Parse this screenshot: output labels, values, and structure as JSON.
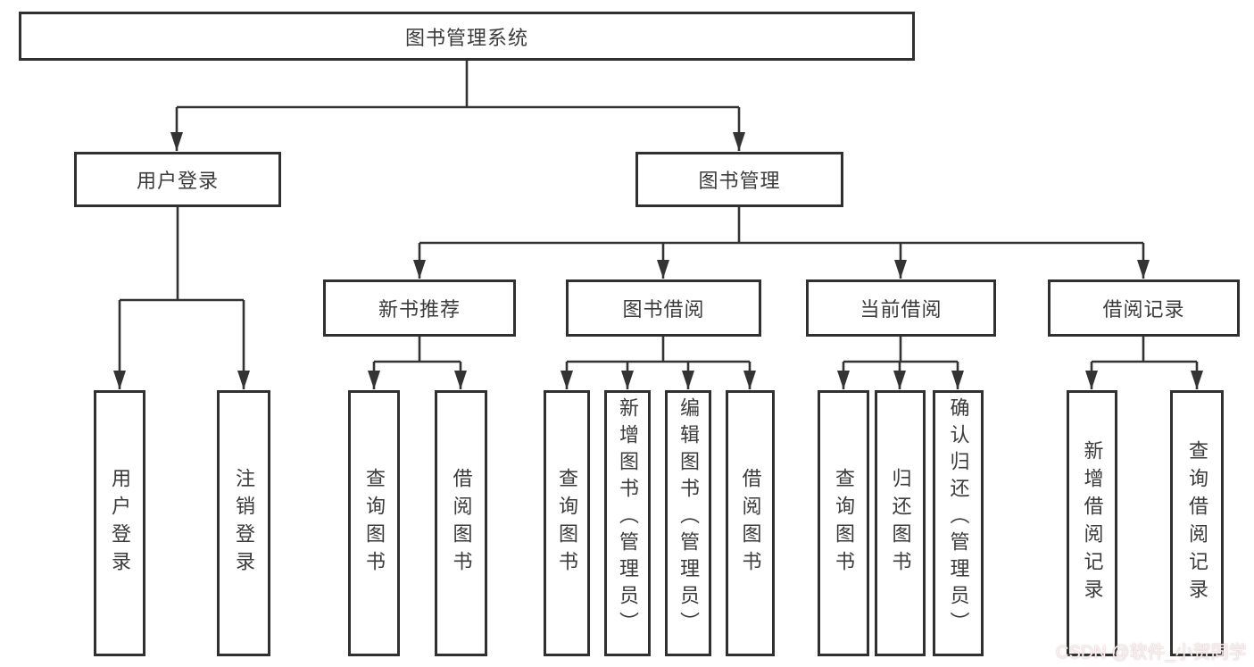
{
  "colors": {
    "line": "#333333",
    "box_border": "#303030",
    "text": "#3b3b3b",
    "background": "#ffffff",
    "watermark_text": "#f7ecec"
  },
  "nodes": {
    "root": {
      "label": "图书管理系统"
    },
    "user_login": {
      "label": "用户登录"
    },
    "book_mgmt": {
      "label": "图书管理"
    },
    "new_book_rec": {
      "label": "新书推荐"
    },
    "book_borrow": {
      "label": "图书借阅"
    },
    "current_borrow": {
      "label": "当前借阅"
    },
    "borrow_records": {
      "label": "借阅记录"
    },
    "leaf_user_login": {
      "label": "用户登录"
    },
    "leaf_logout": {
      "label": "注销登录"
    },
    "leaf_query_book_rec": {
      "label": "查询图书"
    },
    "leaf_borrow_book_rec": {
      "label": "借阅图书"
    },
    "leaf_query_book_borrow": {
      "label": "查询图书"
    },
    "leaf_add_book_admin": {
      "label": "新增图书（管理员）"
    },
    "leaf_edit_book_admin": {
      "label": "编辑图书（管理员）"
    },
    "leaf_borrow_book_borrow": {
      "label": "借阅图书"
    },
    "leaf_query_book_current": {
      "label": "查询图书"
    },
    "leaf_return_book": {
      "label": "归还图书"
    },
    "leaf_confirm_return_admin": {
      "label": "确认归还（管理员）"
    },
    "leaf_add_borrow_record": {
      "label": "新增借阅记录"
    },
    "leaf_query_borrow_record": {
      "label": "查询借阅记录"
    }
  },
  "watermark": {
    "text": "CSDN @软件_小贺同学"
  }
}
